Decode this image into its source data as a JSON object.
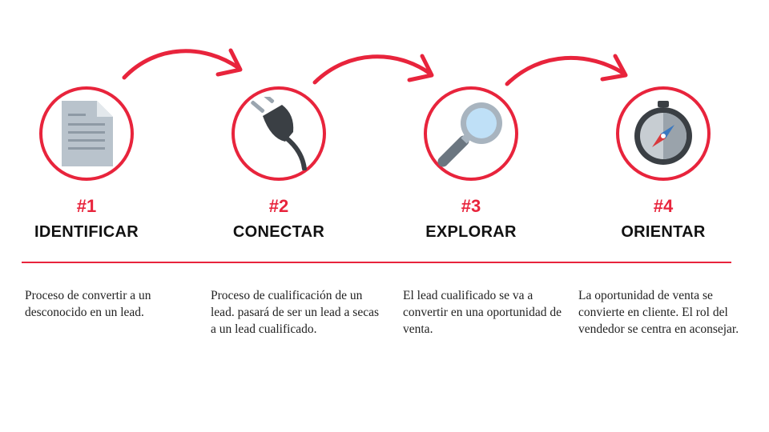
{
  "colors": {
    "accent": "#e8243c",
    "text": "#111111",
    "icon_gray": "#a8b4bf",
    "icon_dark": "#3a3f44"
  },
  "steps": [
    {
      "number": "#1",
      "title": "IDENTIFICAR",
      "icon": "document-icon",
      "description": "Proceso de convertir a un desconocido en un lead."
    },
    {
      "number": "#2",
      "title": "CONECTAR",
      "icon": "plug-icon",
      "description": "Proceso de cualificación de un lead. pasará de ser un lead a secas a un lead cualificado."
    },
    {
      "number": "#3",
      "title": "EXPLORAR",
      "icon": "magnifier-icon",
      "description": "El lead cualificado se va a convertir en una oportunidad de venta."
    },
    {
      "number": "#4",
      "title": "ORIENTAR",
      "icon": "compass-icon",
      "description": "La oportunidad de venta se convierte en cliente. El rol del vendedor se centra en aconsejar."
    }
  ]
}
